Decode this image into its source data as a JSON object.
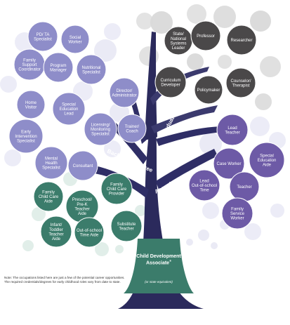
{
  "colors": {
    "trunk": "#2b2a5c",
    "graduate": "#4a4849",
    "bachelor": "#8e8dc9",
    "associate": "#6d5aa6",
    "cda": "#3b7c6b",
    "bubble_faint": "#dcdcef"
  },
  "degrees": {
    "graduate": "Graduate Degree",
    "bachelor": "Bachelor's Degree",
    "associate": "Associate's Degree"
  },
  "root": {
    "title": "Child Development Associate",
    "mark": "®",
    "subtitle": "(or state equivalent)"
  },
  "note": "Note: The occupations listed here are just a few of the potential career opportunities. The required credentials/degrees for early childhood roles vary from date to state.",
  "occupations": {
    "graduate": [
      "State/ National Systems Leader",
      "Professor",
      "Researcher",
      "Curriculum Developer",
      "Counselor/ Therapist",
      "Policymaker"
    ],
    "bachelor": [
      "PD/ TA Specialist",
      "Social Worker",
      "Family Support Coordinator",
      "Program Manager",
      "Nutritional Specialist",
      "Director/ Administrator",
      "Home Visitor",
      "Special Education Lead",
      "Licensing/ Monitoring Specialist",
      "Trainer/ Coach",
      "Early Intervention Specialist",
      "Mental Health Specialist",
      "Consultant"
    ],
    "associate": [
      "Lead Teacher",
      "Case Worker",
      "Special Education Aide",
      "Teacher",
      "Lead Out-of-school Time",
      "Family Service Worker"
    ],
    "cda": [
      "Family Child Care Aide",
      "Preschool/ Pre-K Teacher Aide",
      "Family Child Care Provider",
      "Infant/ Toddler Teacher Aide",
      "Out-of-school Time Aide",
      "Substitute Teacher"
    ]
  }
}
